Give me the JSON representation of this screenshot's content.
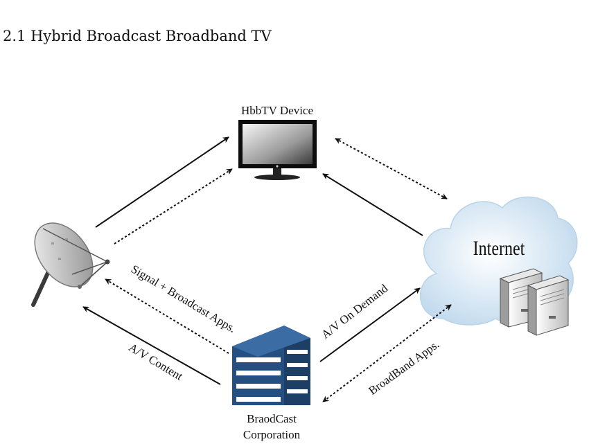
{
  "section_heading": "2.1 Hybrid Broadcast Broadband TV",
  "nodes": {
    "device": {
      "label": "HbbTV Device",
      "icon": "tv-monitor-icon"
    },
    "internet": {
      "label": "Internet",
      "icon": "cloud-icon"
    },
    "servers": {
      "icon": "server-icon"
    },
    "satellite": {
      "icon": "satellite-dish-icon"
    },
    "broadcaster": {
      "label_line1": "BraodCast",
      "label_line2": "Corporation",
      "icon": "office-building-icon"
    }
  },
  "edges": {
    "signal_apps": "Signal + Broadcast Apps.",
    "av_content": "A/V Content",
    "av_on_demand": "A/V On Demand",
    "broadband_apps": "BroadBand Apps."
  },
  "colors": {
    "arrow": "#111111",
    "cloud": "#d8eaf6",
    "building": "#2f5f95"
  }
}
